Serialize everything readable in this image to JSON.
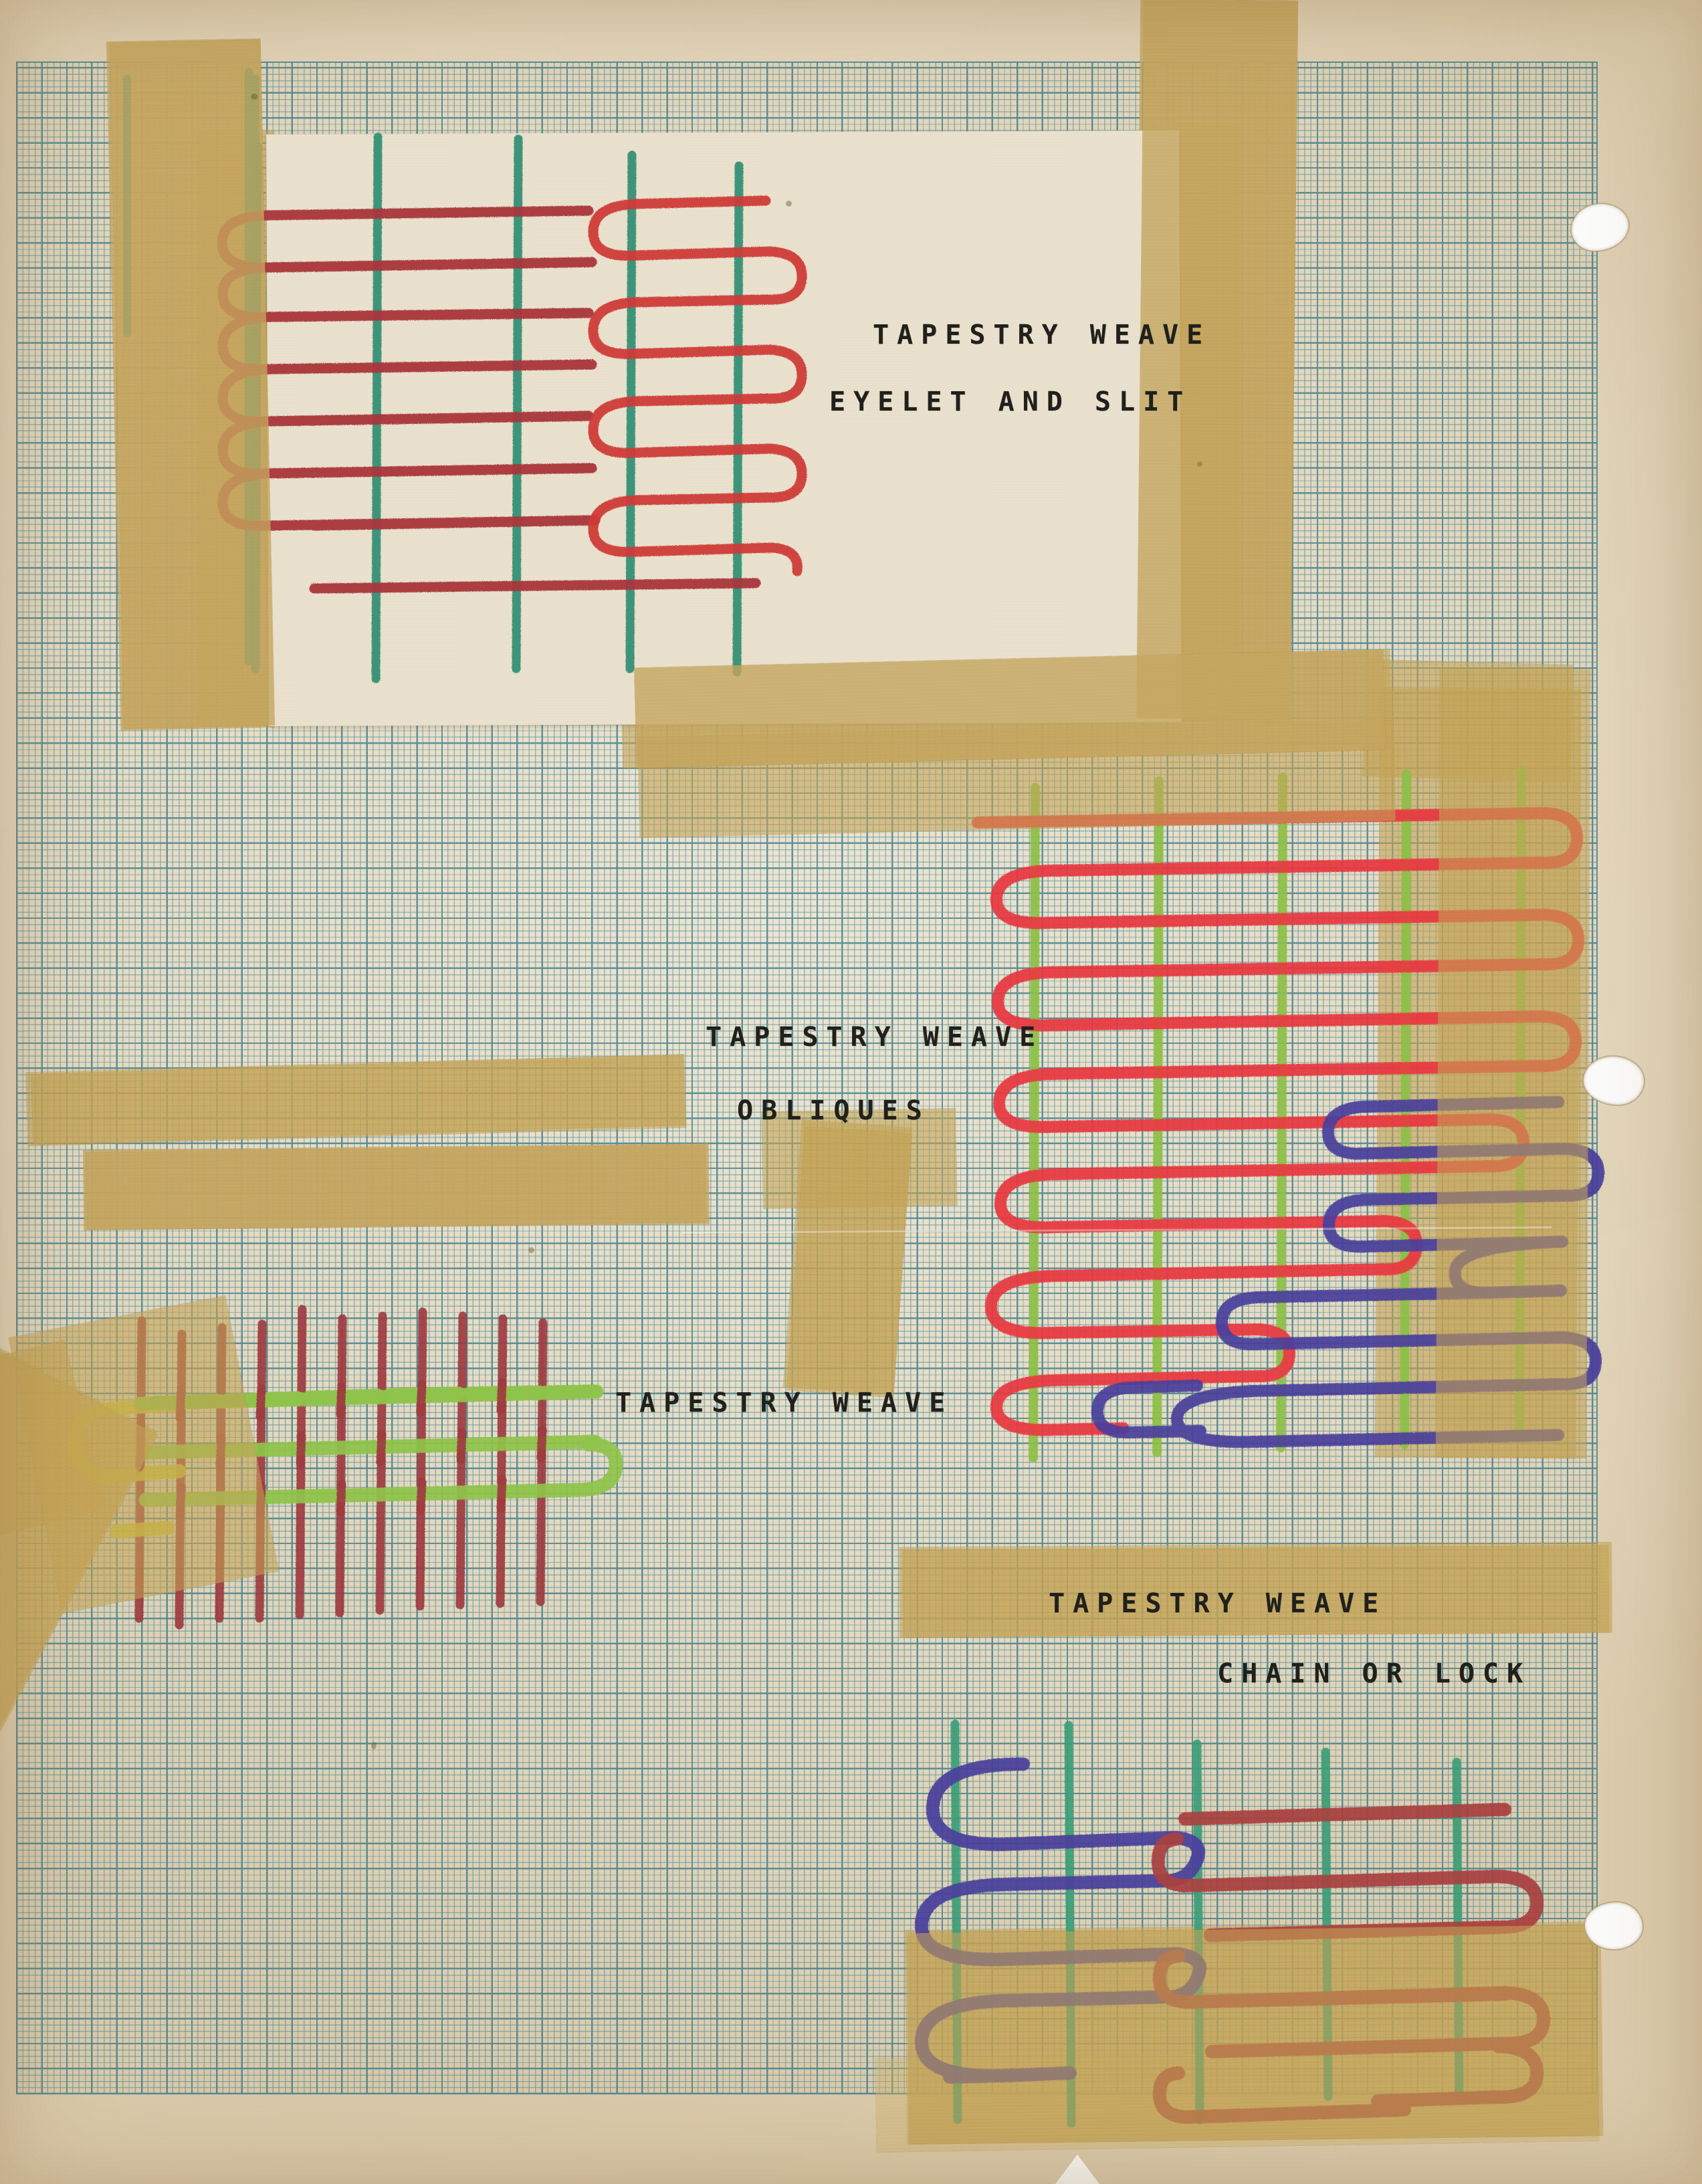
{
  "page": {
    "kind": "textile-sampler-notebook-page",
    "background_color": "#ebe2cd",
    "grid_color": "#2a7a91",
    "tape_color": "#c5a357"
  },
  "specimens": [
    {
      "id": "eyelet-and-slit",
      "label_lines": [
        "TAPESTRY WEAVE",
        "EYELET AND SLIT"
      ],
      "warp_color": "#2f8f74",
      "weft_colors": [
        "#a8333a",
        "#cf3a36"
      ],
      "technique": "eyelet-and-slit"
    },
    {
      "id": "obliques",
      "label_lines": [
        "TAPESTRY WEAVE",
        "OBLIQUES"
      ],
      "warp_color": "#8cc049",
      "weft_colors": [
        "#e8393f",
        "#4b3f9b"
      ],
      "technique": "obliques"
    },
    {
      "id": "plain",
      "label_lines": [
        "TAPESTRY WEAVE"
      ],
      "warp_color": "#9e3b3f",
      "weft_colors": [
        "#8fc34a",
        "#c9c239"
      ],
      "technique": "plain-interlacing"
    },
    {
      "id": "chain-or-lock",
      "label_lines": [
        "TAPESTRY WEAVE",
        "CHAIN OR LOCK"
      ],
      "warp_color": "#3a9e79",
      "weft_colors": [
        "#4b3f9b",
        "#a8413f"
      ],
      "technique": "chain-or-lock"
    }
  ],
  "labels": {
    "l1a": "TAPESTRY WEAVE",
    "l1b": "EYELET AND SLIT",
    "l2a": "TAPESTRY WEAVE",
    "l2b": "OBLIQUES",
    "l3a": "TAPESTRY WEAVE",
    "l4a": "TAPESTRY WEAVE",
    "l4b": "CHAIN OR LOCK"
  },
  "colors": {
    "dark_red": "#a8333a",
    "bright_red": "#d93a36",
    "crimson": "#e8393f",
    "teal_green": "#2f8f74",
    "leaf_green": "#8cc049",
    "olive_green": "#c9c239",
    "violet": "#4b3f9b",
    "maroon": "#9e3b3f",
    "grid_blue": "#2a7a91",
    "tape_tan": "#c5a357",
    "paper_cream": "#e9e1cd"
  }
}
